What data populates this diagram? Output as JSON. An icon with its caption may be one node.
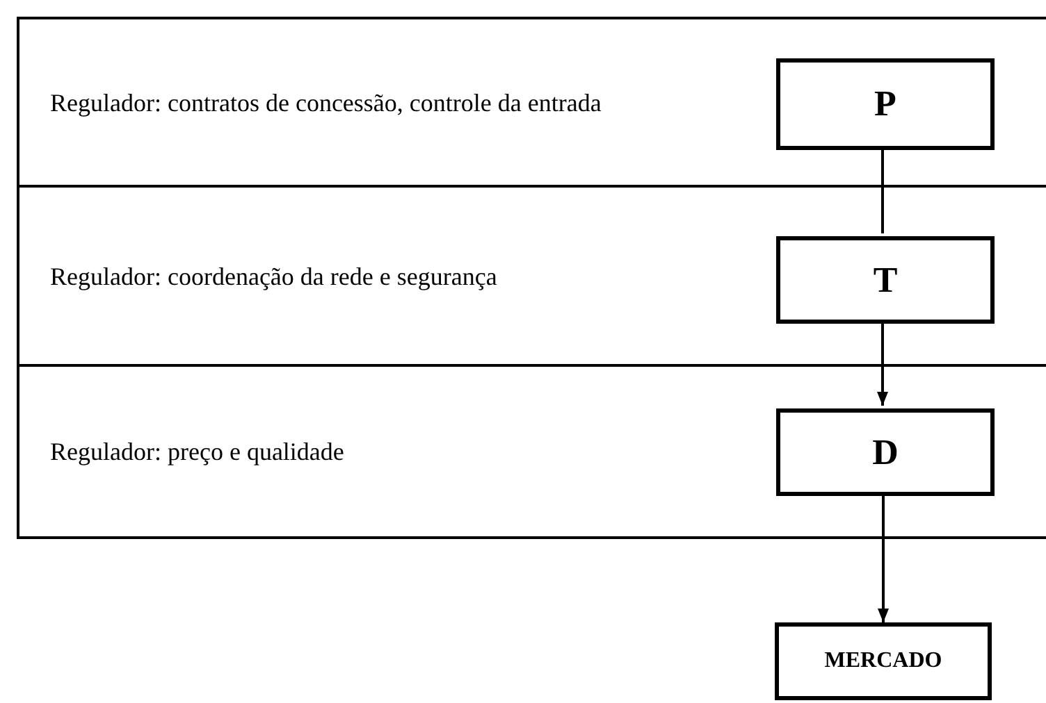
{
  "diagram": {
    "nodes": [
      {
        "text": [
          "Regulador: contratos de concessão, controle da entrada"
        ]
      },
      {
        "text": [
          "P"
        ],
        "in": 0
      },
      {
        "text": [
          "Regulador: coordenação da rede e segurança"
        ]
      },
      {
        "text": [
          "T"
        ],
        "in": 2
      },
      {
        "text": [
          "Regulador: preço e qualidade"
        ]
      },
      {
        "text": [
          "D"
        ],
        "in": 4
      },
      {
        "text": [
          "MERCADO"
        ]
      }
    ],
    "edges": [
      {
        "from": 1,
        "to": 3,
        "arrow": "none"
      },
      {
        "from": 3,
        "to": 5,
        "arrow": "to"
      },
      {
        "from": 5,
        "to": 6,
        "arrow": "to"
      }
    ]
  }
}
